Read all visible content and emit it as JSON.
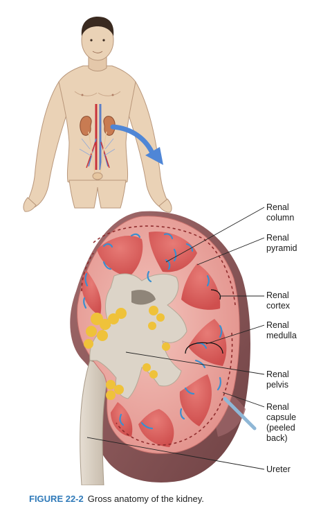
{
  "labels": {
    "renal_column": "Renal column",
    "renal_pyramid": "Renal pyramid",
    "renal_cortex": "Renal cortex",
    "renal_medulla": "Renal medulla",
    "renal_pelvis": "Renal pelvis",
    "renal_capsule": "Renal capsule (peeled back)",
    "ureter": "Ureter"
  },
  "caption": {
    "figure_number": "FIGURE 22-2",
    "text": "Gross anatomy of the kidney."
  },
  "colors": {
    "skin": "#ead2b6",
    "skin_outline": "#b8967a",
    "hair": "#3a2a20",
    "arrow": "#4f86d6",
    "kidney_capsule": "#8b5a5c",
    "cortex": "#e8a6a0",
    "medulla_pyramid": "#d8605e",
    "pelvis": "#d9d2c6",
    "fat": "#efc23a",
    "vessel_blue": "#3a8fd0",
    "artery_red": "#c8323a",
    "vein_blue": "#5b7fc8",
    "leader_line": "#222222"
  }
}
